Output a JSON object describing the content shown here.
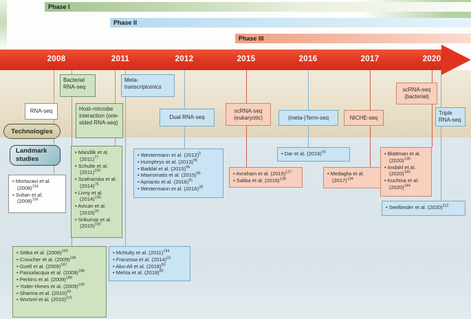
{
  "section_labels": {
    "technologies": "Technologies",
    "landmark": "Landmark studies"
  },
  "phases": [
    {
      "label": "Phase I",
      "color": "#a3c48f"
    },
    {
      "label": "Phase II",
      "color": "#b4daef"
    },
    {
      "label": "Phase III",
      "color": "#efa083"
    }
  ],
  "timeline": {
    "years": [
      "2008",
      "2011",
      "2012",
      "2015",
      "2016",
      "2017",
      "2020"
    ],
    "arrow_color": "#df3520"
  },
  "technologies": [
    {
      "label": "RNA-seq"
    },
    {
      "label": "Bacterial RNA-seq"
    },
    {
      "label": "Host–microbe interaction (one-sided RNA-seq)"
    },
    {
      "label": "Meta-transcriptomics"
    },
    {
      "label": "Dual RNA-seq"
    },
    {
      "label": "scRNA-seq (eukaryotic)"
    },
    {
      "label": "(meta-)Term-seq"
    },
    {
      "label": "NICHE-seq"
    },
    {
      "label": "scRNA-seq (bacterial)"
    },
    {
      "label": "Triple RNA-seq"
    }
  ],
  "landmark_boxes": {
    "rna_seq_2008": {
      "studies": [
        {
          "text": "Mortazavi et al. (2008)",
          "ref": "154"
        },
        {
          "text": "Sultan et al. (2008)",
          "ref": "155"
        }
      ]
    },
    "host_microbe_2011": {
      "studies": [
        {
          "text": "Mandlik et al. (2011)",
          "ref": "77"
        },
        {
          "text": "Schulte et al. (2011)",
          "ref": "150"
        },
        {
          "text": "Szafranska et al. (2014)",
          "ref": "75"
        },
        {
          "text": "Livny et al. (2014)",
          "ref": "195"
        },
        {
          "text": "Avican et al. (2015)",
          "ref": "26"
        },
        {
          "text": "Srikumar et al. (2015)",
          "ref": "192"
        }
      ]
    },
    "dual_2012": {
      "studies": [
        {
          "text": "Westermann et al. (2012)",
          "ref": "5"
        },
        {
          "text": "Humphrys et al. (2013)",
          "ref": "96"
        },
        {
          "text": "Baddal et al. (2015)",
          "ref": "95"
        },
        {
          "text": "Mavromatis et al. (2015)",
          "ref": "56"
        },
        {
          "text": "Aprianto et al. (2016)",
          "ref": "91"
        },
        {
          "text": "Westermann et al. (2016)",
          "ref": "28"
        }
      ]
    },
    "scrna_2015": {
      "studies": [
        {
          "text": "Avraham et al. (2015)",
          "ref": "127"
        },
        {
          "text": "Saliba et al. (2016)",
          "ref": "128"
        }
      ]
    },
    "term_2016": {
      "studies": [
        {
          "text": "Dar et al. (2016)",
          "ref": "92"
        }
      ]
    },
    "niche_2017": {
      "studies": [
        {
          "text": "Medaglia et al. (2017)",
          "ref": "134"
        }
      ]
    },
    "scrna_bact_2020": {
      "studies": [
        {
          "text": "Blattman et al. (2020)",
          "ref": "139"
        },
        {
          "text": "Imdahl et al. (2020)",
          "ref": "140"
        },
        {
          "text": "Kuchina et al. (2020)",
          "ref": "144"
        }
      ]
    },
    "triple_2020": {
      "studies": [
        {
          "text": "Seelbinder et al. (2020)",
          "ref": "112"
        }
      ]
    },
    "bacterial_foundational": {
      "studies": [
        {
          "text": "Sittka et al. (2008)",
          "ref": "193"
        },
        {
          "text": "Croucher et al. (2009)",
          "ref": "186"
        },
        {
          "text": "Guell et al. (2009)",
          "ref": "187"
        },
        {
          "text": "Passalacqua et al. (2009)",
          "ref": "188"
        },
        {
          "text": "Perkins et al. (2009)",
          "ref": "189"
        },
        {
          "text": "Yoder-Himes et al. (2009)",
          "ref": "190"
        },
        {
          "text": "Sharma et al. (2010)",
          "ref": "59"
        },
        {
          "text": "Wurtzel et al. (2010)",
          "ref": "191"
        }
      ]
    },
    "meta_transcriptomics": {
      "studies": [
        {
          "text": "McNulty et al. (2011)",
          "ref": "194"
        },
        {
          "text": "Franzosa et al. (2014)",
          "ref": "23"
        },
        {
          "text": "Abu-Ali et al. (2018)",
          "ref": "83"
        },
        {
          "text": "Mehta et al. (2018)",
          "ref": "85"
        }
      ]
    }
  },
  "colors": {
    "green_box": "#cfe3c1",
    "blue_box": "#c9e4f4",
    "red_box": "#f9cfbd",
    "tan_band": "#eae0ca",
    "blue_band": "#dde7ec",
    "arrow": "#df3520",
    "line_green": "#85ab7c",
    "line_blue": "#84b3d1",
    "line_red": "#cc5a44",
    "line_gray": "#a5a091"
  }
}
